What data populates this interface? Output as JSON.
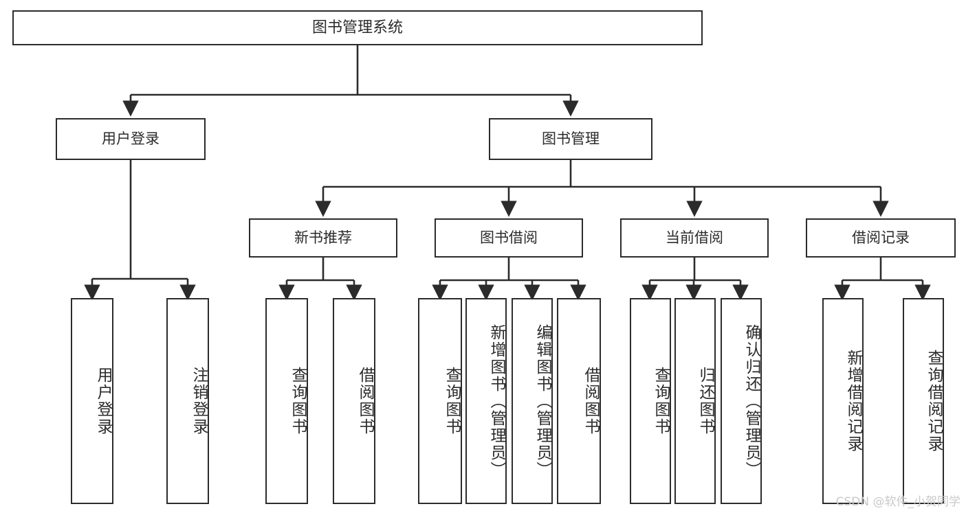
{
  "diagram": {
    "type": "tree-hierarchy-chart",
    "title": "图书管理系统",
    "stroke_color": "#2b2b2b",
    "fill_color": "#ffffff",
    "text_color": "#2b2b2b",
    "watermark": "CSDN @软件_小贺同学",
    "root": {
      "id": "root",
      "label": "图书管理系统",
      "orientation": "horizontal"
    },
    "level2": [
      {
        "id": "user-login",
        "label": "用户登录",
        "orientation": "horizontal"
      },
      {
        "id": "book-manage",
        "label": "图书管理",
        "orientation": "horizontal"
      }
    ],
    "level3": [
      {
        "id": "new-book-recommend",
        "label": "新书推荐",
        "orientation": "horizontal"
      },
      {
        "id": "book-borrow",
        "label": "图书借阅",
        "orientation": "horizontal"
      },
      {
        "id": "current-borrow",
        "label": "当前借阅",
        "orientation": "horizontal"
      },
      {
        "id": "borrow-record",
        "label": "借阅记录",
        "orientation": "horizontal"
      }
    ],
    "leaves": {
      "user-login": [
        {
          "id": "leaf-user-login",
          "label": "用户登录",
          "orientation": "vertical"
        },
        {
          "id": "leaf-logout-login",
          "label": "注销登录",
          "orientation": "vertical"
        }
      ],
      "new-book-recommend": [
        {
          "id": "leaf-query-book-1",
          "label": "查询图书",
          "orientation": "vertical"
        },
        {
          "id": "leaf-borrow-book-1",
          "label": "借阅图书",
          "orientation": "vertical"
        }
      ],
      "book-borrow": [
        {
          "id": "leaf-query-book-2",
          "label": "查询图书",
          "orientation": "vertical"
        },
        {
          "id": "leaf-add-book",
          "label": "新增图书（管理员）",
          "orientation": "vertical"
        },
        {
          "id": "leaf-edit-book",
          "label": "编辑图书（管理员）",
          "orientation": "vertical"
        },
        {
          "id": "leaf-borrow-book-2",
          "label": "借阅图书",
          "orientation": "vertical"
        }
      ],
      "current-borrow": [
        {
          "id": "leaf-query-book-3",
          "label": "查询图书",
          "orientation": "vertical"
        },
        {
          "id": "leaf-return-book",
          "label": "归还图书",
          "orientation": "vertical"
        },
        {
          "id": "leaf-confirm-return",
          "label": "确认归还（管理员）",
          "orientation": "vertical"
        }
      ],
      "borrow-record": [
        {
          "id": "leaf-add-borrow-record",
          "label": "新增借阅记录",
          "orientation": "vertical"
        },
        {
          "id": "leaf-query-borrow-record",
          "label": "查询借阅记录",
          "orientation": "vertical"
        }
      ]
    }
  }
}
